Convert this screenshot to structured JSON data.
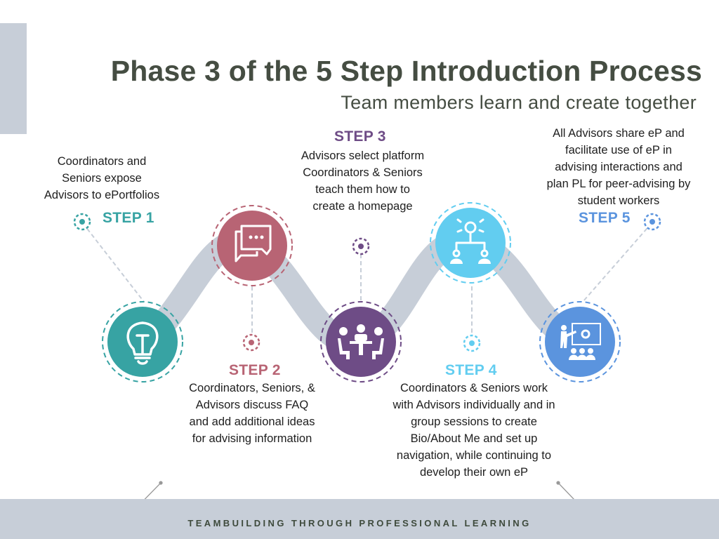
{
  "header": {
    "title": "Phase 3 of the 5 Step Introduction Process",
    "subtitle": "Team members learn and create together"
  },
  "colors": {
    "title": "#454d42",
    "wave": "#c7ced8",
    "step1": "#37a3a3",
    "step2": "#b86474",
    "step3": "#6e4c86",
    "step4": "#62cdf0",
    "step5": "#5b94de",
    "footer_bg": "#c7ced8",
    "footer_text": "#3e4a3c"
  },
  "steps": [
    {
      "label": "STEP 1",
      "icon": "lightbulb-icon",
      "description": "Coordinators and\nSeniors expose\nAdvisors to ePortfolios"
    },
    {
      "label": "STEP 2",
      "icon": "chat-bubbles-icon",
      "description": "Coordinators, Seniors, &\nAdvisors discuss FAQ\nand add additional ideas\nfor advising information"
    },
    {
      "label": "STEP 3",
      "icon": "meeting-table-icon",
      "description": "Advisors select platform\nCoordinators & Seniors\nteach them how to\ncreate a homepage"
    },
    {
      "label": "STEP 4",
      "icon": "idea-team-hierarchy-icon",
      "description": "Coordinators & Seniors work\nwith Advisors individually and in\ngroup sessions to create\nBio/About Me and set up\nnavigation, while continuing to\ndevelop their own eP"
    },
    {
      "label": "STEP 5",
      "icon": "presentation-icon",
      "description": "All Advisors share eP and\nfacilitate use of eP in\nadvising interactions and\nplan PL for peer-advising by\nstudent workers"
    }
  ],
  "footer": {
    "text": "TEAMBUILDING THROUGH PROFESSIONAL LEARNING"
  }
}
